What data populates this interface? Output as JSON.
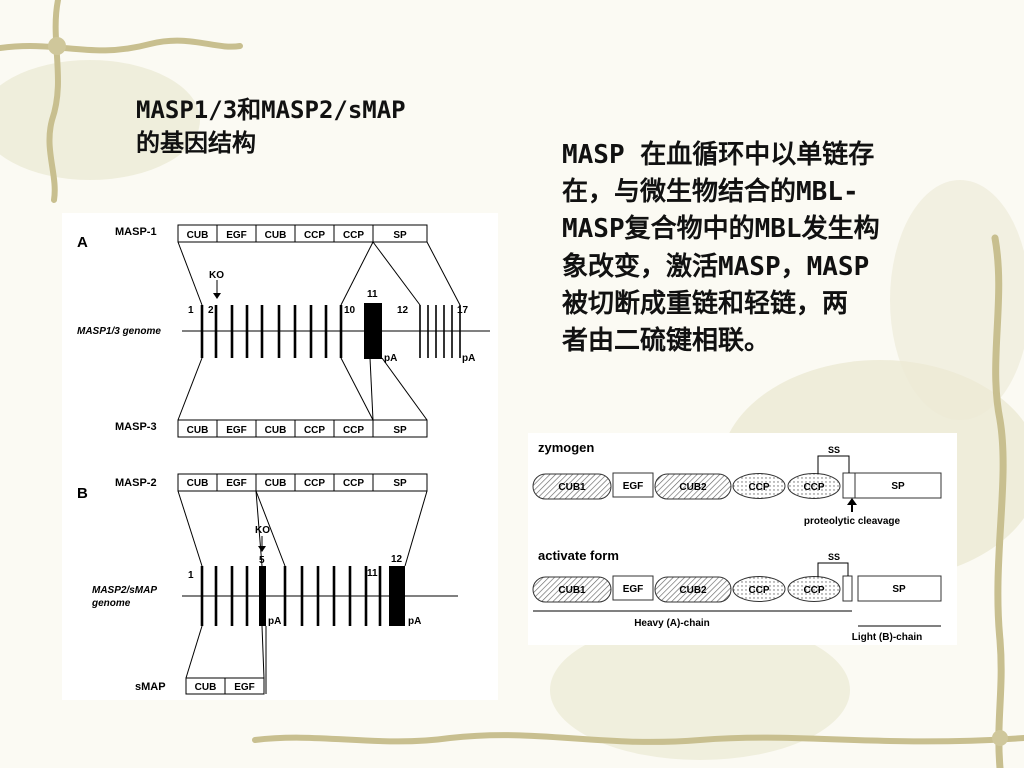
{
  "title": {
    "line1": "MASP1/3和MASP2/sMAP",
    "line2": "的基因结构"
  },
  "description": {
    "lines": [
      "MASP 在血循环中以单链存",
      "在，与微生物结合的MBL-",
      "MASP复合物中的MBL发生构",
      "象改变，激活MASP，MASP",
      "被切断成重链和轻链，两",
      "者由二硫键相联。"
    ]
  },
  "gene_figure": {
    "panel_a": {
      "panel_label": "A",
      "protein_top": "MASP-1",
      "protein_bottom": "MASP-3",
      "genome_label": "MASP1/3 genome",
      "domains": [
        "CUB",
        "EGF",
        "CUB",
        "CCP",
        "CCP",
        "SP"
      ],
      "exon_labels": [
        "1",
        "2",
        "10",
        "11",
        "12",
        "17"
      ],
      "ko_label": "KO",
      "pa_labels": [
        "pA",
        "pA"
      ]
    },
    "panel_b": {
      "panel_label": "B",
      "protein_top": "MASP-2",
      "genome_label_1": "MASP2/sMAP",
      "genome_label_2": "genome",
      "protein_bottom": "sMAP",
      "domains": [
        "CUB",
        "EGF",
        "CUB",
        "CCP",
        "CCP",
        "SP"
      ],
      "smap_domains": [
        "CUB",
        "EGF"
      ],
      "exon_labels": [
        "1",
        "5",
        "11",
        "12"
      ],
      "ko_label": "KO",
      "pa_labels": [
        "pA",
        "pA"
      ]
    }
  },
  "zymogen_figure": {
    "zymogen_label": "zymogen",
    "active_label": "activate form",
    "domains": [
      "CUB1",
      "EGF",
      "CUB2",
      "CCP",
      "CCP",
      "SP"
    ],
    "ss_label": "SS",
    "cleavage_label": "proteolytic cleavage",
    "heavy_chain_label": "Heavy (A)-chain",
    "light_chain_label": "Light (B)-chain"
  },
  "colors": {
    "background": "#fbfaf3",
    "vine": "#c8bf8f",
    "leaf": "#dedbb9",
    "text": "#111111"
  }
}
